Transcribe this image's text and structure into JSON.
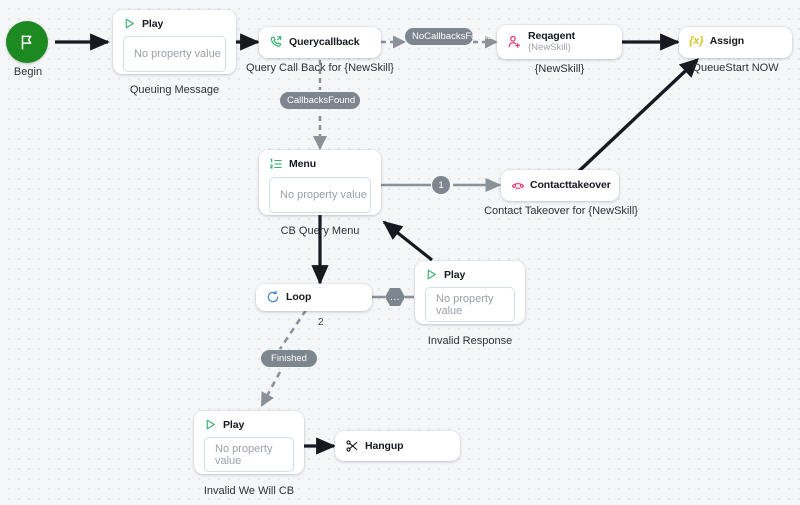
{
  "canvas": {
    "background_color": "#f5f6f8",
    "dot_color": "#e2e5ea"
  },
  "colors": {
    "begin_green": "#1d8a21",
    "play_green": "#2eae6a",
    "phone_green": "#2eae6a",
    "agent_pink": "#e8356d",
    "takeover_pink": "#e8356d",
    "assign_yellow": "#d6c32a",
    "loop_blue": "#3b7fd4",
    "menu_green": "#2eae6a",
    "hangup_black": "#16191f",
    "edge_dark": "#16191f",
    "edge_gray": "#8b9199",
    "pill_gray": "#7d858e"
  },
  "start": {
    "icon": "flag-icon",
    "caption": "Begin"
  },
  "nodes": [
    {
      "id": "queuing-message",
      "icon": "play-icon",
      "title": "Play",
      "property_value": "No property value",
      "caption": "Queuing Message"
    },
    {
      "id": "querycallback",
      "icon": "phone-callback-icon",
      "title": "Querycallback",
      "caption": "Query Call Back for {NewSkill}"
    },
    {
      "id": "reqagent",
      "icon": "agent-add-icon",
      "title": "Reqagent",
      "subtitle": "{NewSkill}",
      "caption": "{NewSkill}"
    },
    {
      "id": "assign",
      "icon": "assign-variable-icon",
      "title": "Assign",
      "caption": "QueueStart NOW"
    },
    {
      "id": "cb-query-menu",
      "icon": "numbered-list-icon",
      "title": "Menu",
      "property_value": "No property value",
      "caption": "CB Query Menu"
    },
    {
      "id": "contacttakeover",
      "icon": "phone-takeover-icon",
      "title": "Contacttakeover",
      "caption": "Contact Takeover for {NewSkill}"
    },
    {
      "id": "loop",
      "icon": "loop-icon",
      "title": "Loop"
    },
    {
      "id": "invalid-response",
      "icon": "play-icon",
      "title": "Play",
      "property_value": "No property value",
      "caption": "Invalid Response"
    },
    {
      "id": "invalid-we-will-cb",
      "icon": "play-icon",
      "title": "Play",
      "property_value": "No property value",
      "caption": "Invalid We Will CB"
    },
    {
      "id": "hangup",
      "icon": "scissors-icon",
      "title": "Hangup"
    }
  ],
  "edge_labels": {
    "no_callbacks_found": "NoCallbacksFound",
    "callbacks_found": "CallbacksFound",
    "menu_option_one": "1",
    "loop_ellipsis": "...",
    "loop_count": "2",
    "finished": "Finished"
  }
}
